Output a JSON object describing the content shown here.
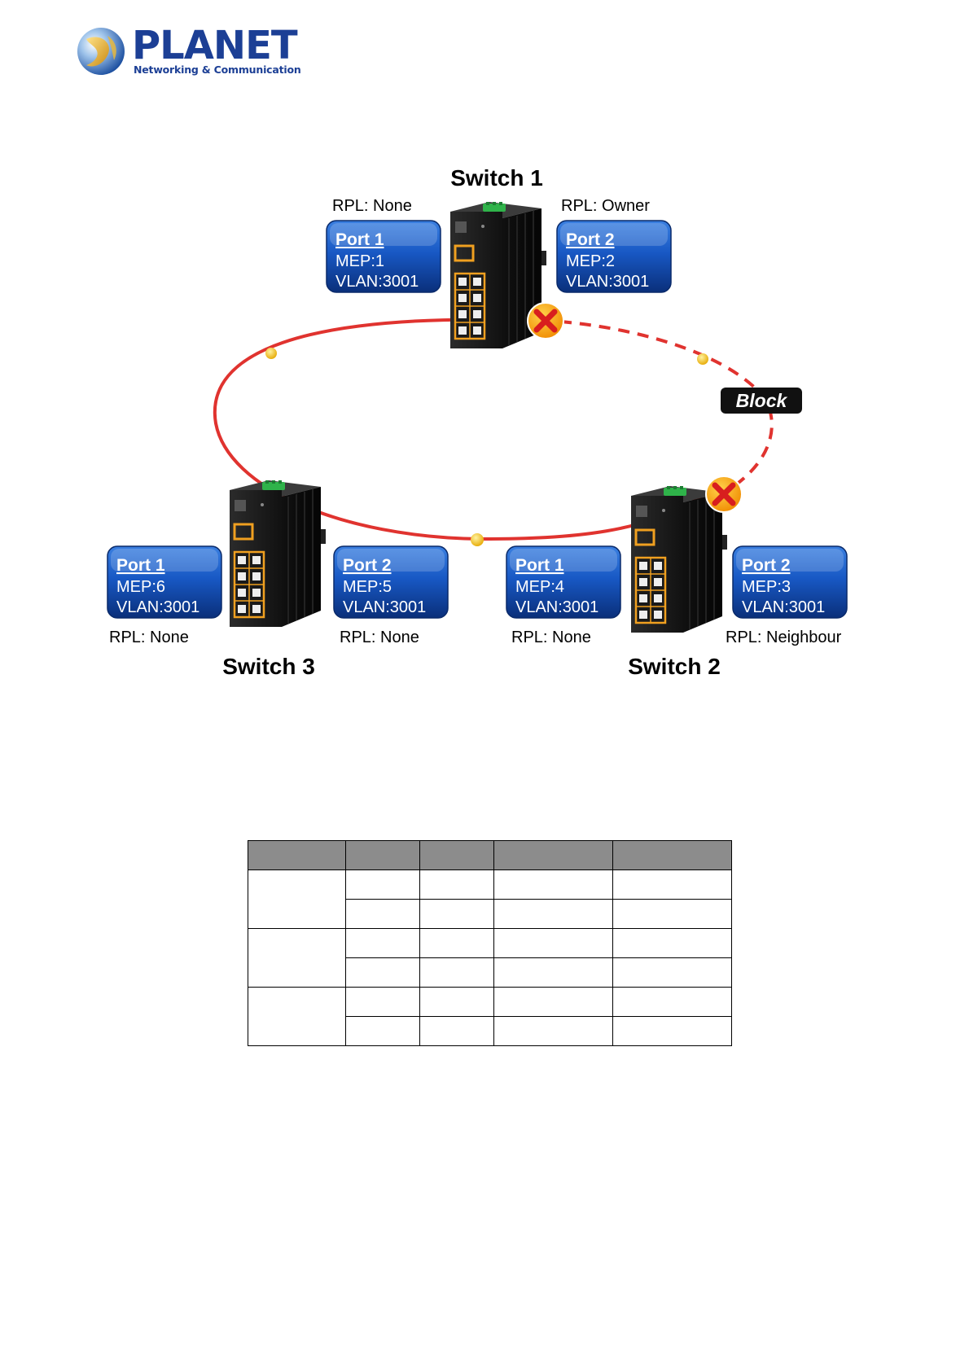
{
  "logo": {
    "name": "PLANET",
    "tagline": "Networking & Communication",
    "brand_color": "#1c3f95"
  },
  "diagram": {
    "ring_color": "#e0332f",
    "block_label": "Block",
    "switches": [
      {
        "name": "Switch 1",
        "ports": [
          {
            "port": "Port 1",
            "mep": "MEP:1",
            "vlan": "VLAN:3001",
            "rpl": "RPL: None"
          },
          {
            "port": "Port 2",
            "mep": "MEP:2",
            "vlan": "VLAN:3001",
            "rpl": "RPL: Owner"
          }
        ]
      },
      {
        "name": "Switch 2",
        "ports": [
          {
            "port": "Port 1",
            "mep": "MEP:4",
            "vlan": "VLAN:3001",
            "rpl": "RPL: None"
          },
          {
            "port": "Port 2",
            "mep": "MEP:3",
            "vlan": "VLAN:3001",
            "rpl": "RPL: Neighbour"
          }
        ]
      },
      {
        "name": "Switch 3",
        "ports": [
          {
            "port": "Port 1",
            "mep": "MEP:6",
            "vlan": "VLAN:3001",
            "rpl": "RPL: None"
          },
          {
            "port": "Port 2",
            "mep": "MEP:5",
            "vlan": "VLAN:3001",
            "rpl": "RPL: None"
          }
        ]
      }
    ]
  },
  "table": {
    "header": [
      "",
      "",
      "",
      "",
      ""
    ],
    "rows": [
      [
        "",
        "",
        "",
        "",
        ""
      ],
      [
        "",
        "",
        "",
        ""
      ],
      [
        "",
        "",
        "",
        "",
        ""
      ],
      [
        "",
        "",
        "",
        ""
      ],
      [
        "",
        "",
        "",
        "",
        ""
      ],
      [
        "",
        "",
        "",
        ""
      ]
    ]
  }
}
